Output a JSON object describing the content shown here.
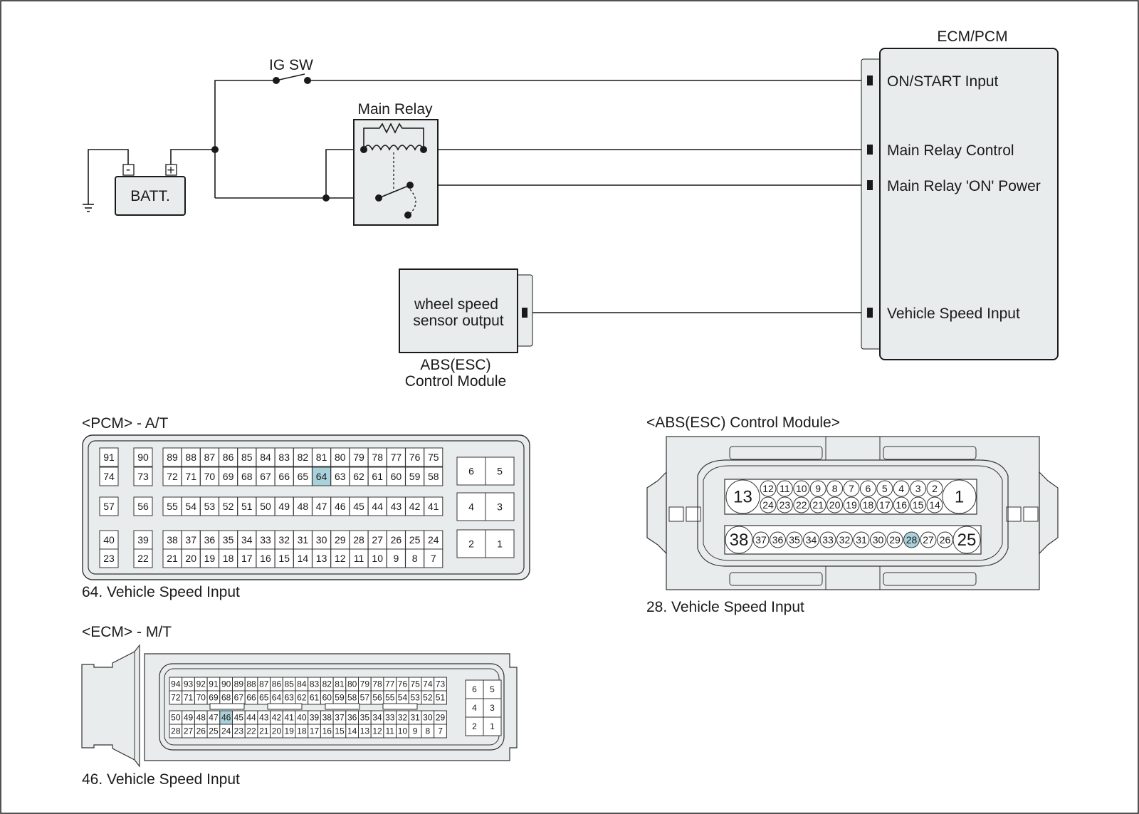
{
  "wiring": {
    "ig_sw": "IG SW",
    "main_relay": "Main Relay",
    "battery": "BATT.",
    "battery_minus": "-",
    "battery_plus": "+",
    "ecm_pcm": "ECM/PCM",
    "ecm_pins": [
      "ON/START Input",
      "Main Relay Control",
      "Main Relay 'ON' Power",
      "Vehicle Speed Input"
    ],
    "wheel_sensor": [
      "wheel speed",
      "sensor output"
    ],
    "abs_module": [
      "ABS(ESC)",
      "Control Module"
    ]
  },
  "pcm": {
    "title": "<PCM> - A/T",
    "caption": "64. Vehicle Speed Input",
    "highlight": "64",
    "row1": [
      "91",
      "90",
      "89",
      "88",
      "87",
      "86",
      "85",
      "84",
      "83",
      "82",
      "81",
      "80",
      "79",
      "78",
      "77",
      "76",
      "75"
    ],
    "row2": [
      "74",
      "73",
      "72",
      "71",
      "70",
      "69",
      "68",
      "67",
      "66",
      "65",
      "64",
      "63",
      "62",
      "61",
      "60",
      "59",
      "58"
    ],
    "row3": [
      "57",
      "56",
      "55",
      "54",
      "53",
      "52",
      "51",
      "50",
      "49",
      "48",
      "47",
      "46",
      "45",
      "44",
      "43",
      "42",
      "41"
    ],
    "row4": [
      "40",
      "39",
      "38",
      "37",
      "36",
      "35",
      "34",
      "33",
      "32",
      "31",
      "30",
      "29",
      "28",
      "27",
      "26",
      "25",
      "24"
    ],
    "row5": [
      "23",
      "22",
      "21",
      "20",
      "19",
      "18",
      "17",
      "16",
      "15",
      "14",
      "13",
      "12",
      "11",
      "10",
      "9",
      "8",
      "7"
    ],
    "right": [
      [
        "6",
        "5"
      ],
      [
        "4",
        "3"
      ],
      [
        "2",
        "1"
      ]
    ]
  },
  "ecm": {
    "title": "<ECM> - M/T",
    "caption": "46. Vehicle Speed Input",
    "highlight": "46",
    "row1": [
      "94",
      "93",
      "92",
      "91",
      "90",
      "89",
      "88",
      "87",
      "86",
      "85",
      "84",
      "83",
      "82",
      "81",
      "80",
      "79",
      "78",
      "77",
      "76",
      "75",
      "74",
      "73"
    ],
    "row2": [
      "72",
      "71",
      "70",
      "69",
      "68",
      "67",
      "66",
      "65",
      "64",
      "63",
      "62",
      "61",
      "60",
      "59",
      "58",
      "57",
      "56",
      "55",
      "54",
      "53",
      "52",
      "51"
    ],
    "row3": [
      "50",
      "49",
      "48",
      "47",
      "46",
      "45",
      "44",
      "43",
      "42",
      "41",
      "40",
      "39",
      "38",
      "37",
      "36",
      "35",
      "34",
      "33",
      "32",
      "31",
      "30",
      "29"
    ],
    "row4": [
      "28",
      "27",
      "26",
      "25",
      "24",
      "23",
      "22",
      "21",
      "20",
      "19",
      "18",
      "17",
      "16",
      "15",
      "14",
      "13",
      "12",
      "11",
      "10",
      "9",
      "8",
      "7"
    ],
    "right": [
      [
        "6",
        "5"
      ],
      [
        "4",
        "3"
      ],
      [
        "2",
        "1"
      ]
    ]
  },
  "abs": {
    "title": "<ABS(ESC) Control Module>",
    "caption": "28. Vehicle Speed Input",
    "highlight": "28",
    "top_left": "13",
    "top_right": "1",
    "top_row1": [
      "12",
      "11",
      "10",
      "9",
      "8",
      "7",
      "6",
      "5",
      "4",
      "3",
      "2"
    ],
    "top_row2": [
      "24",
      "23",
      "22",
      "21",
      "20",
      "19",
      "18",
      "17",
      "16",
      "15",
      "14"
    ],
    "bottom_left": "38",
    "bottom_right": "25",
    "bottom_row": [
      "37",
      "36",
      "35",
      "34",
      "33",
      "32",
      "31",
      "30",
      "29",
      "28",
      "27",
      "26"
    ]
  }
}
